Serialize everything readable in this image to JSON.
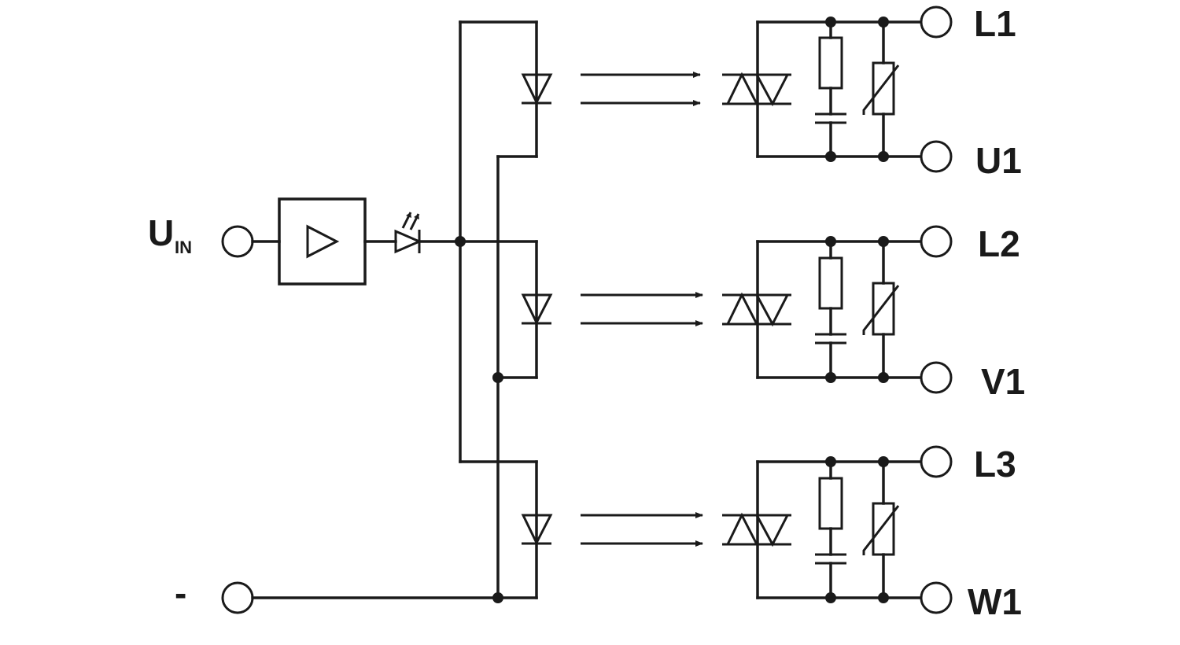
{
  "labels": {
    "input_main": "U",
    "input_sub": "IN",
    "minus": "-",
    "outputs": [
      {
        "line": "L1",
        "load": "U1"
      },
      {
        "line": "L2",
        "load": "V1"
      },
      {
        "line": "L3",
        "load": "W1"
      }
    ]
  },
  "colors": {
    "ink": "#1a1a1a",
    "background": "#ffffff"
  }
}
